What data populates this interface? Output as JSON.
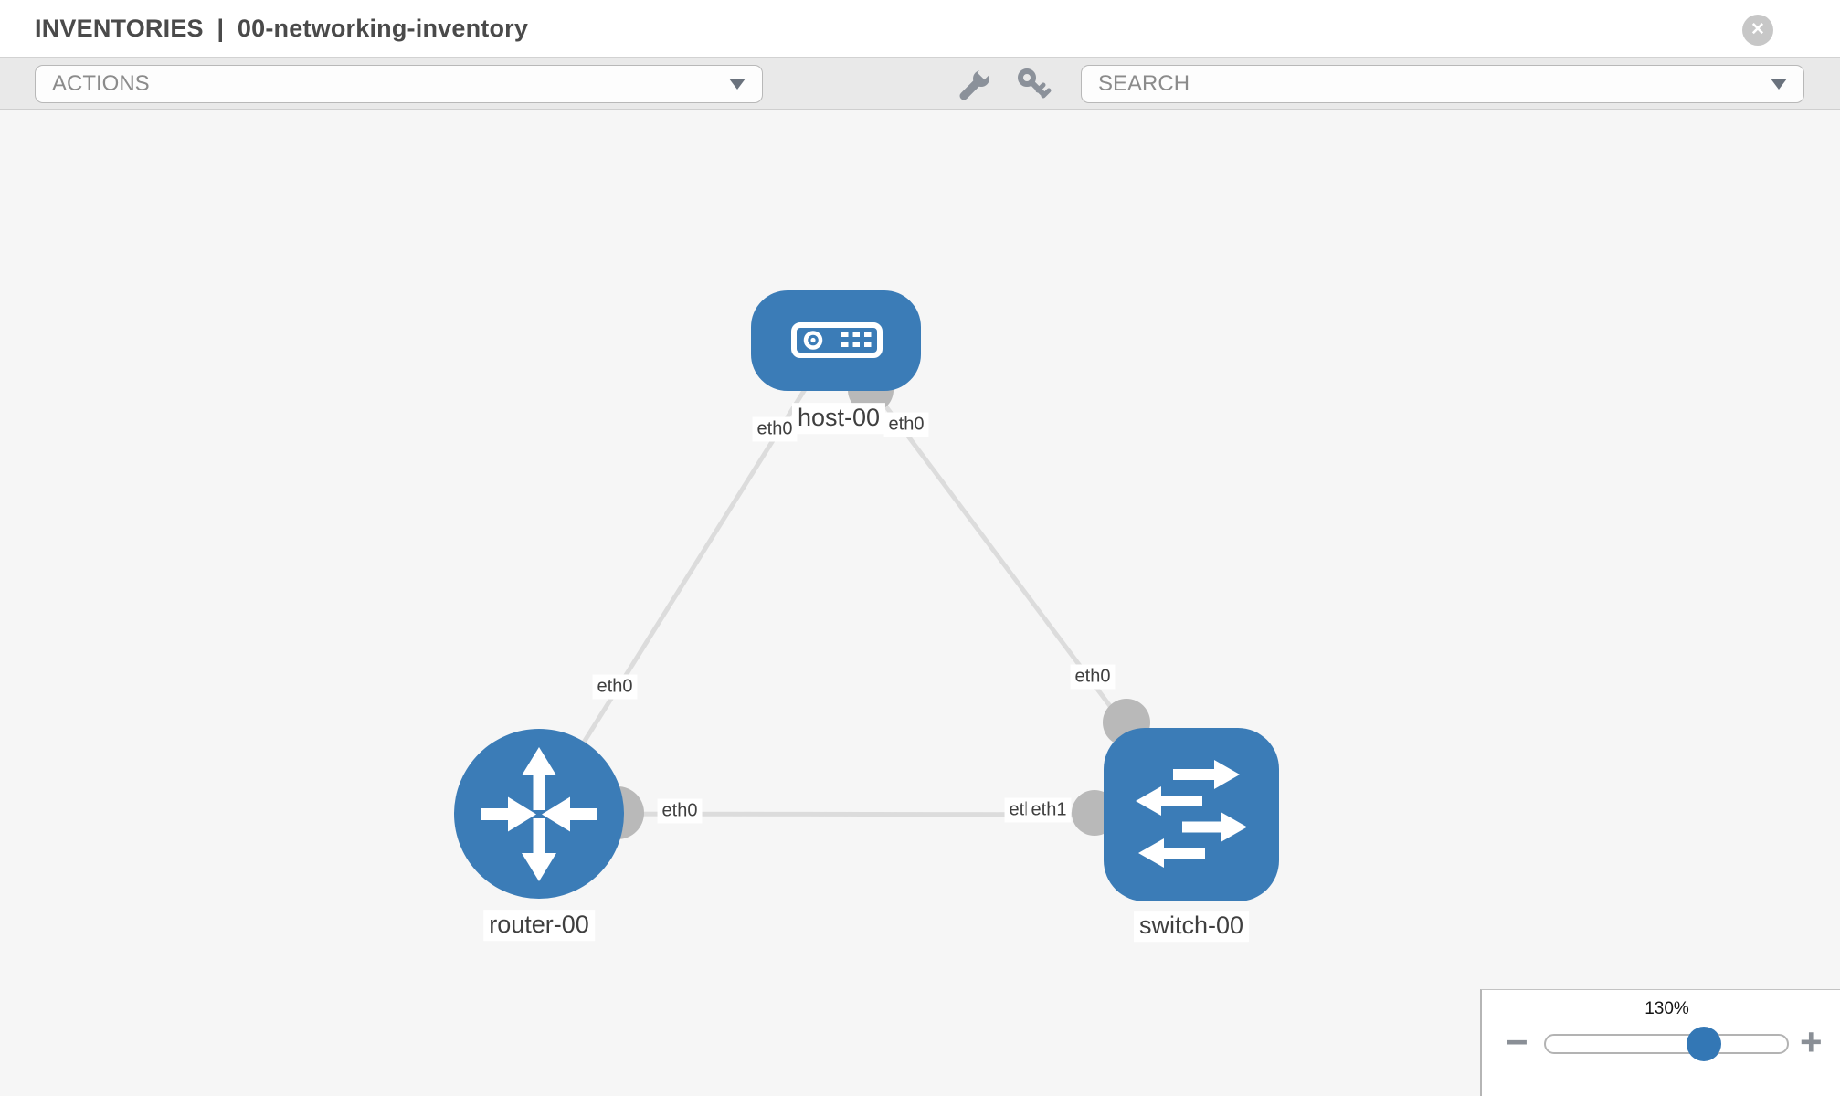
{
  "header": {
    "section": "INVENTORIES",
    "separator": "|",
    "inventory_name": "00-networking-inventory",
    "close_glyph": "✕"
  },
  "toolbar": {
    "actions_label": "ACTIONS",
    "search_label": "SEARCH"
  },
  "topology": {
    "nodes": [
      {
        "id": "host-00",
        "label": "host-00",
        "type": "host"
      },
      {
        "id": "router-00",
        "label": "router-00",
        "type": "router"
      },
      {
        "id": "switch-00",
        "label": "switch-00",
        "type": "switch"
      }
    ],
    "links": [
      {
        "from": "host-00",
        "to": "router-00",
        "from_interface": "eth0",
        "to_interface": "eth0"
      },
      {
        "from": "host-00",
        "to": "switch-00",
        "from_interface": "eth0",
        "to_interface": "eth0"
      },
      {
        "from": "router-00",
        "to": "switch-00",
        "from_interface": "eth0",
        "to_interface": "eth1"
      }
    ]
  },
  "zoom_control": {
    "value": "130%",
    "decrease_glyph": "−",
    "increase_glyph": "+"
  },
  "colors": {
    "node_blue": "#3b7cb7",
    "link_gray": "#dcdcdc",
    "port_gray": "#b9b9b9",
    "canvas_bg": "#f6f6f6"
  }
}
